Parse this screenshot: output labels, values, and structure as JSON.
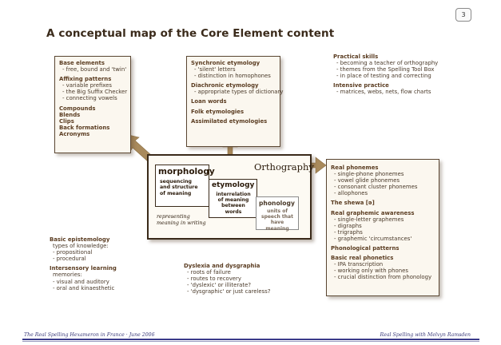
{
  "page_number": "3",
  "title": "A conceptual map of the Core Element content",
  "left_box": [
    {
      "heading": "Base elements",
      "items": [
        "- free, bound and 'twin'"
      ]
    },
    {
      "heading": "Affixing patterns",
      "items": [
        "- variable prefixes",
        "- the Big Suffix Checker",
        "- connecting vowels"
      ]
    },
    {
      "heading": "Compounds",
      "items": []
    },
    {
      "heading": "Blends",
      "items": []
    },
    {
      "heading": "Clips",
      "items": []
    },
    {
      "heading": "Back formations",
      "items": []
    },
    {
      "heading": "Acronyms",
      "items": []
    }
  ],
  "middle_box": [
    {
      "heading": "Synchronic etymology",
      "items": [
        "- 'silent' letters",
        "- distinction in homophones"
      ]
    },
    {
      "heading": "Diachronic etymology",
      "items": [
        "- appropriate types of dictionary"
      ]
    },
    {
      "heading": "Loan words",
      "items": []
    },
    {
      "heading": "Folk etymologies",
      "items": []
    },
    {
      "heading": "Assimilated etymologies",
      "items": []
    }
  ],
  "top_right": [
    {
      "heading": "Practical skills",
      "items": [
        "- becoming a teacher of orthography",
        "- themes from the Spelling Tool Box",
        "- in place of testing and correcting"
      ]
    },
    {
      "heading": "Intensive practice",
      "items": [
        "- matrices, webs, nets, flow charts"
      ]
    }
  ],
  "right_box": [
    {
      "heading": "Real phonemes",
      "items": [
        "- single-phone phonemes",
        "- vowel glide phonemes",
        "- consonant cluster phonemes",
        "- allophones"
      ]
    },
    {
      "heading": "The shewa [ə]",
      "items": []
    },
    {
      "heading": "Real graphemic awareness",
      "items": [
        "- single-letter graphemes",
        "- digraphs",
        "- trigraphs",
        "- graphemic 'circumstances'"
      ]
    },
    {
      "heading": "Phonological patterns",
      "items": []
    },
    {
      "heading": "Basic real phonetics",
      "items": [
        "- IPA transcription",
        "- working only with phones",
        "- crucial distinction from phonology"
      ]
    }
  ],
  "bottom_left": [
    {
      "heading": "Basic epistemology",
      "items": [
        "types of knowledge:",
        "- propositional",
        "- procedural"
      ]
    },
    {
      "heading": "Intersensory learning",
      "items": [
        "memories:",
        "- visual and auditory",
        "- oral and kinaesthetic"
      ]
    }
  ],
  "bottom_middle": [
    {
      "heading": "Dyslexia and dysgraphia",
      "items": [
        "- roots of failure",
        "- routes to recovery",
        "- 'dyslexic' or illiterate?",
        "- 'dysgraphic' or just careless?"
      ]
    }
  ],
  "orthography": {
    "label": "Orthography",
    "morphology": {
      "heading": "morphology",
      "lines": [
        "sequencing",
        "and structure",
        "of meaning"
      ]
    },
    "etymology": {
      "heading": "etymology",
      "lines": [
        "interrelation",
        "of meaning",
        "between words"
      ]
    },
    "phonology": {
      "heading": "phonology",
      "lines": [
        "units of",
        "speech that",
        "have meaning"
      ]
    },
    "representing": [
      "representing",
      "meaning in writing"
    ]
  },
  "footer": {
    "left": "The Real Spelling Hexameron in France · June 2006",
    "right": "Real Spelling with Melvyn Ramsden"
  },
  "colors": {
    "arrow": "#a98a5c",
    "heading": "#5b3d22",
    "box_border": "#5a4632",
    "footer": "#3a3a7a"
  }
}
